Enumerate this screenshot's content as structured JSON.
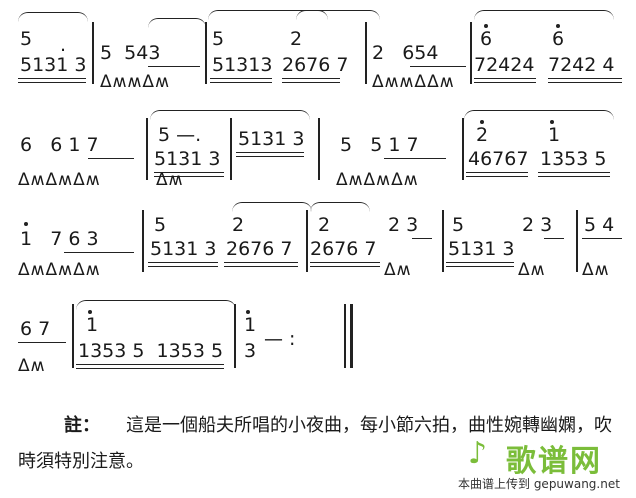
{
  "score": {
    "rows": [
      {
        "measures": [
          {
            "top": "5",
            "bottom": "5131 3",
            "mid": "."
          },
          {
            "top": "5  543",
            "bottom": ""
          },
          {
            "top": "5",
            "bottom": "51313"
          },
          {
            "top": "2",
            "bottom": "2676 7"
          },
          {
            "top": "2   654",
            "bottom": ""
          },
          {
            "top": "6",
            "bottom": "72424"
          },
          {
            "top": "6",
            "bottom": "7242 4"
          }
        ],
        "drums": [
          "ΔʍʍΔʍ",
          "ΔʍʍΔΔʍ"
        ]
      },
      {
        "measures": [
          {
            "top": "6   6 1 7",
            "bottom": ""
          },
          {
            "top": "5 —.",
            "bottom": "5131 3"
          },
          {
            "top": "",
            "bottom": "5131 3"
          },
          {
            "top": "5   5 1 7",
            "bottom": ""
          },
          {
            "top": "2",
            "bottom": "46767"
          },
          {
            "top": "1",
            "bottom": "1353 5"
          }
        ],
        "drums": [
          "ΔʍΔʍΔʍ",
          "Δʍ",
          "ΔʍΔʍΔʍ"
        ]
      },
      {
        "measures": [
          {
            "top": "1   7 6 3",
            "bottom": ""
          },
          {
            "top": "5",
            "bottom": "5131 3"
          },
          {
            "top": "2",
            "bottom": "2676 7"
          },
          {
            "top": "2",
            "bottom": "2676 7"
          },
          {
            "top": "2 3",
            "bottom": ""
          },
          {
            "top": "5",
            "bottom": "5131 3"
          },
          {
            "top": "2 3",
            "bottom": ""
          },
          {
            "top": "5 4",
            "bottom": ""
          }
        ],
        "drums": [
          "ΔʍΔʍΔʍ",
          "Δʍ",
          "Δʍ",
          "Δʍ"
        ]
      },
      {
        "measures": [
          {
            "top": "6 7",
            "bottom": ""
          },
          {
            "top": "1",
            "bottom": "1353 5  1353 5"
          },
          {
            "top": "1",
            "bottom": "3"
          },
          {
            "top": "— :",
            "bottom": ""
          }
        ],
        "drums": [
          "Δʍ"
        ]
      }
    ]
  },
  "footnote": {
    "label": "註：",
    "text": "這是一個船夫所唱的小夜曲，每小節六拍，曲性婉轉幽嫻，吹時須特別注意。"
  },
  "watermark": {
    "logo": "♪",
    "brand": "歌谱网",
    "url": "本曲谱上传到 gepuwang.net"
  }
}
